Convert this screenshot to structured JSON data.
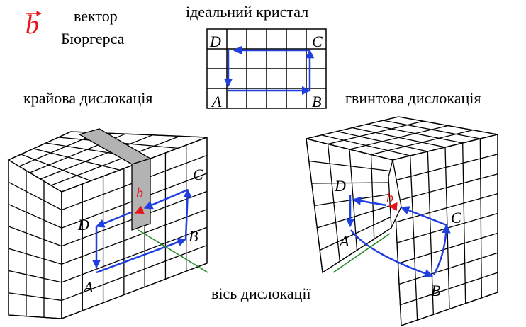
{
  "legend": {
    "symbol": "b",
    "line1": "вектор",
    "line2": "Бюргерса"
  },
  "ideal": {
    "title": "ідеальний кристал",
    "D": "D",
    "C": "C",
    "A": "A",
    "B": "B"
  },
  "edge": {
    "title": "крайова дислокація",
    "D": "D",
    "C": "C",
    "A": "A",
    "B": "B",
    "b": "b"
  },
  "screw": {
    "title": "гвинтова дислокація",
    "D": "D",
    "C": "C",
    "A": "A",
    "B": "B",
    "b": "b"
  },
  "axis_label": "вісь дислокації",
  "colors": {
    "burgers": "#e8141b",
    "circuit": "#1f3fe0",
    "axis": "#2a8a2a",
    "extra_plane": "#b3b3b3"
  }
}
